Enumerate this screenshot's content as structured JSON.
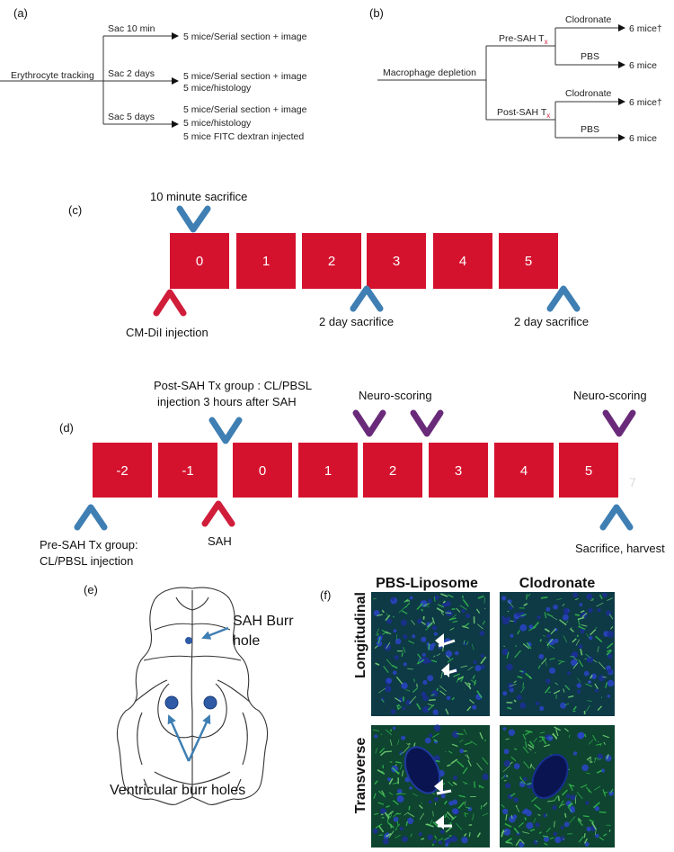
{
  "panel_a": {
    "letter": "(a)",
    "root": "Erythrocyte tracking",
    "branches": [
      {
        "label": "Sac 10 min",
        "outcomes": [
          "5 mice/Serial section + image"
        ]
      },
      {
        "label": "Sac 2 days",
        "outcomes": [
          "5 mice/Serial section + image",
          "5 mice/histology"
        ]
      },
      {
        "label": "Sac 5 days",
        "outcomes": [
          "5 mice/Serial section + image",
          "5 mice/histology",
          "5 mice FITC dextran injected"
        ]
      }
    ]
  },
  "panel_b": {
    "letter": "(b)",
    "root": "Macrophage depletion",
    "groups": [
      {
        "label_main": "Pre-SAH T",
        "label_sub": "x",
        "arms": [
          {
            "agent": "Clodronate",
            "result": "6 mice†"
          },
          {
            "agent": "PBS",
            "result": "6 mice"
          }
        ]
      },
      {
        "label_main": "Post-SAH T",
        "label_sub": "x",
        "arms": [
          {
            "agent": "Clodronate",
            "result": "6 mice†"
          },
          {
            "agent": "PBS",
            "result": "6 mice"
          }
        ]
      }
    ]
  },
  "panel_c": {
    "letter": "(c)",
    "days": [
      "0",
      "1",
      "2",
      "3",
      "4",
      "5"
    ],
    "top_label": "10 minute sacrifice",
    "bottom_labels": [
      "CM-DiI injection",
      "2 day sacrifice",
      "2 day sacrifice"
    ]
  },
  "panel_d": {
    "letter": "(d)",
    "days": [
      "-2",
      "-1",
      "0",
      "1",
      "2",
      "3",
      "4",
      "5"
    ],
    "top_labels": [
      "Post-SAH Tx group : CL/PBSL",
      "injection 3 hours after SAH",
      "Neuro-scoring",
      "Neuro-scoring"
    ],
    "bottom_labels": [
      "Pre-SAH Tx group:",
      "CL/PBSL injection",
      "SAH",
      "Sacrifice, harvest"
    ],
    "faint_mark": "7"
  },
  "panel_e": {
    "letter": "(e)",
    "burr_label_line1": "SAH Burr",
    "burr_label_line2": "hole",
    "ventricular_label": "Ventricular burr holes"
  },
  "panel_f": {
    "letter": "(f)",
    "col_headers": [
      "PBS-Liposome",
      "Clodronate"
    ],
    "row_labels": [
      "Longitudinal",
      "Transverse"
    ]
  },
  "colors": {
    "day_box": "#d5122e",
    "marker_blue": "#3f7fb3",
    "marker_red": "#d01e3a",
    "marker_purple": "#6a2a7a",
    "micro_bg": "#0f3d4a",
    "micro_green": "#2fbf4a",
    "micro_blue": "#1d2f9a"
  }
}
